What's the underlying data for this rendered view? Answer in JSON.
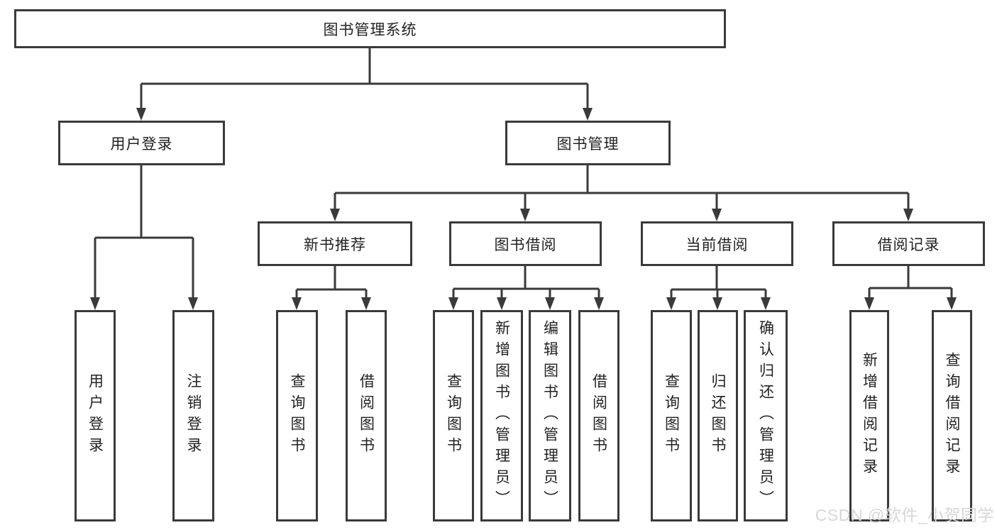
{
  "diagram": {
    "root_label": "图书管理系统",
    "level2": {
      "user_login": "用户登录",
      "book_management": "图书管理"
    },
    "level3": {
      "new_book_recommend": "新书推荐",
      "book_borrow": "图书借阅",
      "current_borrow": "当前借阅",
      "borrow_records": "借阅记录"
    },
    "leaves": {
      "login": [
        "用户登录",
        "注销登录"
      ],
      "new_book": [
        "查询图书",
        "借阅图书"
      ],
      "borrow": [
        "查询图书",
        "新增图书（管理员）",
        "编辑图书（管理员）",
        "借阅图书"
      ],
      "current": [
        "查询图书",
        "归还图书",
        "确认归还（管理员）"
      ],
      "records": [
        "新增借阅记录",
        "查询借阅记录"
      ]
    }
  },
  "watermark": "CSDN @软件_小贺同学",
  "colors": {
    "line": "#3a3a3a",
    "text": "#222222",
    "background": "#ffffff",
    "watermark": "#d7d7d7"
  }
}
